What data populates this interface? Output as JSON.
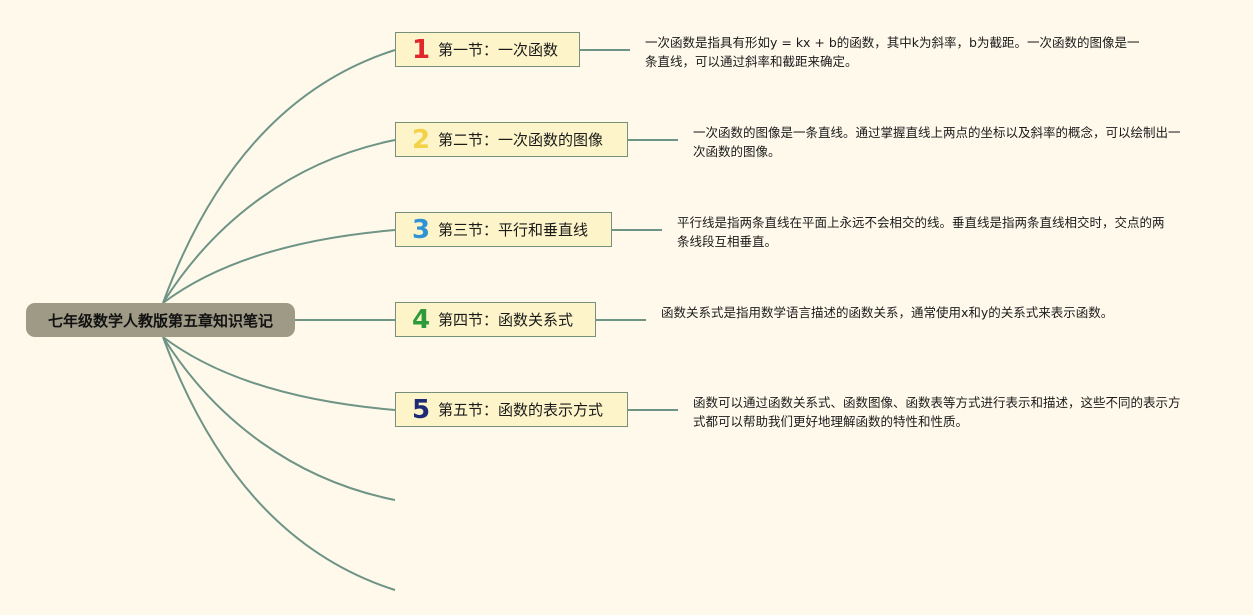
{
  "root": {
    "title": "七年级数学人教版第五章知识笔记"
  },
  "colors": {
    "line": "#6e9486",
    "topic_bg": "#fdf5c9",
    "root_bg": "#9e9a86"
  },
  "topics": [
    {
      "number": "1",
      "number_color": "#e0272b",
      "label": "第一节：一次函数",
      "note": "一次函数是指具有形如y = kx + b的函数，其中k为斜率，b为截距。一次函数的图像是一条直线，可以通过斜率和截距来确定。"
    },
    {
      "number": "2",
      "number_color": "#f3d24a",
      "label": "第二节：一次函数的图像",
      "note": "一次函数的图像是一条直线。通过掌握直线上两点的坐标以及斜率的概念，可以绘制出一次函数的图像。"
    },
    {
      "number": "3",
      "number_color": "#2f93d4",
      "label": "第三节：平行和垂直线",
      "note": "平行线是指两条直线在平面上永远不会相交的线。垂直线是指两条直线相交时，交点的两条线段互相垂直。"
    },
    {
      "number": "4",
      "number_color": "#2e9b3a",
      "label": "第四节：函数关系式",
      "note": "函数关系式是指用数学语言描述的函数关系，通常使用x和y的关系式来表示函数。"
    },
    {
      "number": "5",
      "number_color": "#1e2a73",
      "label": "第五节：函数的表示方式",
      "note": "函数可以通过函数关系式、函数图像、函数表等方式进行表示和描述，这些不同的表示方式都可以帮助我们更好地理解函数的特性和性质。"
    }
  ]
}
